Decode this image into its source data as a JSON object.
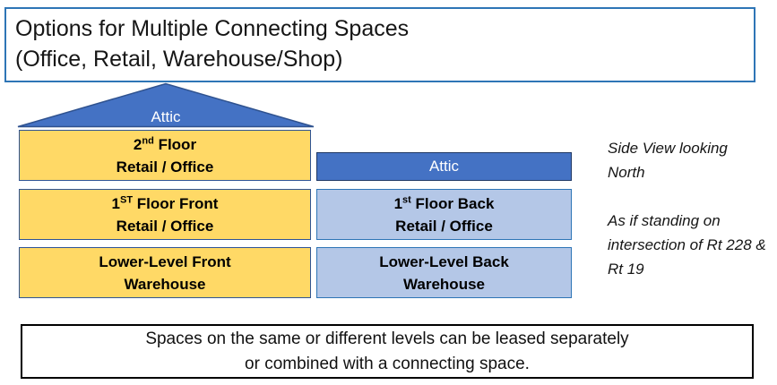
{
  "title": {
    "line1": "Options for Multiple Connecting Spaces",
    "line2": "(Office, Retail, Warehouse/Shop)"
  },
  "diagram": {
    "roof": {
      "label": "Attic"
    },
    "attic_bar": {
      "label": "Attic"
    },
    "left_boxes": [
      {
        "l1_pre": "2",
        "l1_sup": "nd",
        "l1_post": " Floor",
        "line2": "Retail / Office"
      },
      {
        "l1_pre": "1",
        "l1_sup": "ST",
        "l1_post": " Floor Front",
        "line2": "Retail / Office"
      },
      {
        "l1_pre": "Lower-Level Front",
        "l1_sup": "",
        "l1_post": "",
        "line2": "Warehouse"
      }
    ],
    "right_boxes": [
      {
        "l1_pre": "1",
        "l1_sup": "st",
        "l1_post": " Floor Back",
        "line2": "Retail / Office"
      },
      {
        "l1_pre": "Lower-Level Back",
        "l1_sup": "",
        "l1_post": "",
        "line2": "Warehouse"
      }
    ]
  },
  "side_notes": {
    "note1": "Side View looking North",
    "note2": "As if standing on intersection of Rt 228 & Rt 19"
  },
  "footer": {
    "line1": "Spaces on the same or different levels can be leased separately",
    "line2": "or combined with a connecting space."
  },
  "colors": {
    "yellow": "#FFD966",
    "blue": "#4472C4",
    "light_blue": "#B4C7E7",
    "yellow_border": "#2F5496",
    "light_border": "#2E75B6",
    "attic_border": "#1F3864",
    "roof_border": "#2F528F",
    "title_border": "#2E75B6",
    "footer_border": "#000000"
  }
}
